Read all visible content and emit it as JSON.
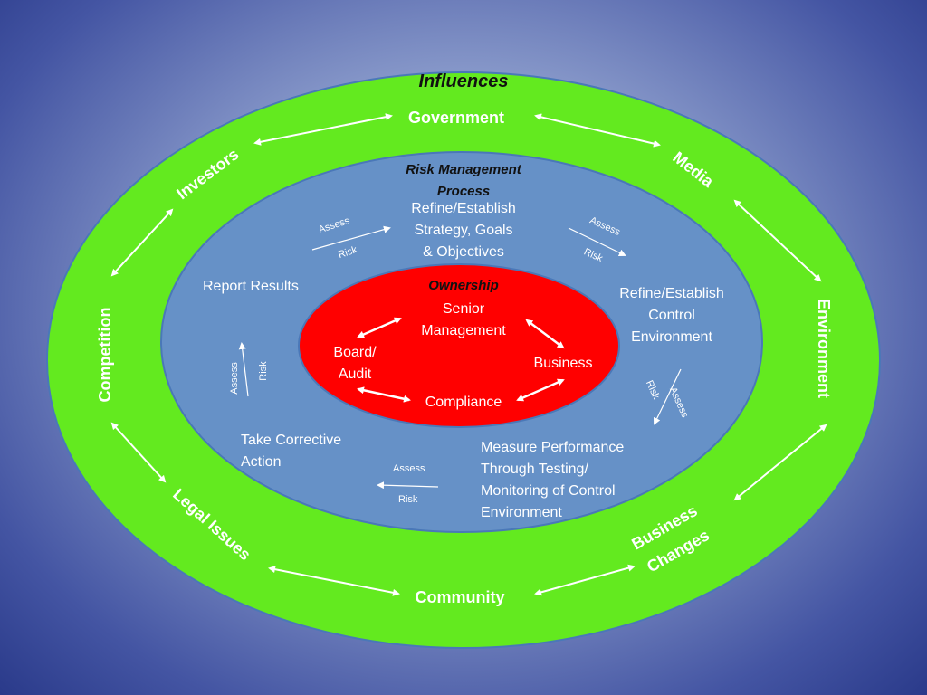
{
  "colors": {
    "outer_ring": "#63ea1f",
    "middle_ring": "#6691c7",
    "inner_core": "#ff0000",
    "ring_stroke": "#4a78b8",
    "text_light": "#ffffff",
    "text_dark": "#111111"
  },
  "outer_ring": {
    "title": "Influences",
    "government": "Government",
    "media": "Media",
    "environment": "Environment",
    "business_changes_1": "Business",
    "business_changes_2": "Changes",
    "community": "Community",
    "legal_issues": "Legal Issues",
    "competition": "Competition",
    "investors": "Investors"
  },
  "middle_ring": {
    "title_1": "Risk Management",
    "title_2": "Process",
    "step_top_1": "Refine/Establish",
    "step_top_2": "Strategy, Goals",
    "step_top_3": "& Objectives",
    "step_right_1": "Refine/Establish",
    "step_right_2": "Control",
    "step_right_3": "Environment",
    "step_bottom_1": "Measure Performance",
    "step_bottom_2": "Through Testing/",
    "step_bottom_3": "Monitoring of Control",
    "step_bottom_4": "Environment",
    "step_left_bottom_1": "Take Corrective",
    "step_left_bottom_2": "Action",
    "step_left_top": "Report Results",
    "assess": "Assess",
    "risk": "Risk"
  },
  "core": {
    "title": "Ownership",
    "senior_1": "Senior",
    "senior_2": "Management",
    "board_1": "Board/",
    "board_2": "Audit",
    "business": "Business",
    "compliance": "Compliance"
  }
}
